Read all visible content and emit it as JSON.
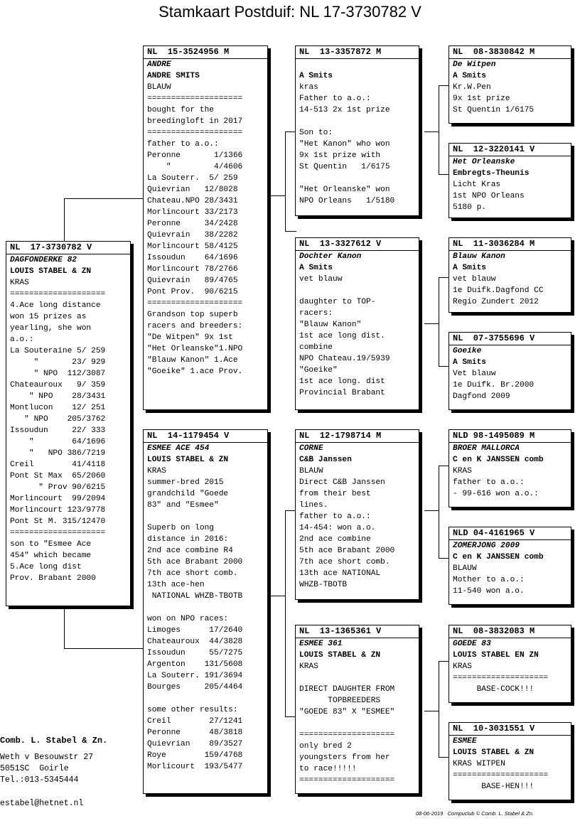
{
  "title": "Stamkaart Postduif: NL  17-3730782 V",
  "cards": {
    "subject": {
      "ring": "NL  17-3730782 V",
      "name": "DAGFONDERKE 82",
      "owner": "LOUIS STABEL & ZN",
      "body": "KRAS\n====================\n4.Ace long distance\nwon 15 prizes as\nyearling, she won\na.o.:\nLa Souteraine 5/ 259\n     \"       23/ 929\n     \" NPO  112/3087\nChateauroux   9/ 359\n    \" NPO    28/3431\nMontlucon    12/ 251\n   \" NPO    205/3762\nIssoudun     22/ 333\n    \"        64/1696\n    \"   NPO 386/7219\nCreil        41/4118\nPont St Max  65/2060\n      \" Prov 90/6215\nMorlincourt  99/2094\nMorlincourt 123/9778\nPont St M. 315/12470\n====================\nson to \"Esmee Ace\n454\" which became\n5.Ace long dist\nProv. Brabant 2000"
    },
    "father": {
      "ring": "NL  15-3524956 M",
      "name": "ANDRE",
      "owner": "ANDRE SMITS",
      "body": "BLAUW\n====================\nbought for the\nbreedingloft in 2017\n====================\nfather to a.o.:\nPeronne       1/1366\n    \"         4/4606\nLa Souterr.  5/ 259\nQuievrian   12/8028\nChateau.NPO 28/3431\nMorlincourt 33/2173\nPeronne     34/2428\nQuievrain   38/2282\nMorlincourt 58/4125\nIssoudun    64/1696\nMorlincourt 78/2766\nQuievrain   89/4765\nPont Prov.  90/6215\n====================\nGrandson top superb\nracers and breeders:\n\"De Witpen\" 9x 1st\n\"Het Orleanske\"1.NPO\n\"Blauw Kanon\" 1.Ace\n\"Goeike\" 1.ace Prov."
    },
    "mother": {
      "ring": "NL  14-1179454 V",
      "name": "ESMEE ACE 454",
      "owner": "LOUIS STABEL & ZN",
      "body": "KRAS\nsummer-bred 2015\ngrandchild \"Goede\n83\" and \"Esmee\"\n\nSuperb on long\ndistance in 2016:\n2nd ace combine R4\n5th ace Brabant 2000\n7th ace short comb.\n13th ace-hen\n NATIONAL WHZB-TBOTB\n\nwon on NPO races:\nLimoges      17/2640\nChateauroux  44/3828\nIssoudun     55/7275\nArgenton    131/5608\nLa Souterr. 191/3694\nBourges     205/4464\n\nsome other results:\nCreil        27/1241\nPeronne      48/3818\nQuievrian    89/3527\nRoye        159/4768\nMorlicourt  193/5477"
    },
    "ff": {
      "ring": "NL  13-3357872 M",
      "name": "",
      "owner": "A Smits",
      "body": "kras\nFather to a.o.:\n14-513 2x 1st prize\n\nSon to:\n\"Het Kanon\" who won\n9x 1st prize with\nSt Quentin   1/6175\n\n\"Het Orleanske\" won\nNPO Orleans   1/5180"
    },
    "fm": {
      "ring": "NL  13-3327612 V",
      "name": "Dochter Kanon",
      "owner": "A Smits",
      "body": "vet blauw\n\ndaughter to TOP-\nracers:\n\"Blauw Kanon\"\n1st ace long dist.\ncombine\nNPO Chateau.19/5939\n\"Goeike\"\n1st ace long. dist\nProvincial Brabant"
    },
    "mf": {
      "ring": "NL  12-1798714 M",
      "name": "CORNE",
      "owner": "C&B Janssen",
      "body": "BLAUW\nDirect C&B Janssen\nfrom their best\nlines.\nfather to a.o.:\n14-454: won a.o.\n2nd ace combine\n5th ace Brabant 2000\n7th ace short comb.\n13th ace NATIONAL\nWHZB-TBOTB"
    },
    "mm": {
      "ring": "NL  13-1365361 V",
      "name": "ESMEE 361",
      "owner": "LOUIS STABEL & ZN",
      "body": "KRAS\n\nDIRECT DAUGHTER FROM\n      TOPBREEDERS\n\"GOEDE 83\" X \"ESMEE\"\n\n====================\nonly bred 2\nyoungsters from her\nto race!!!!!\n===================="
    },
    "fff": {
      "ring": "NL  08-3830842 M",
      "name": "De Witpen",
      "owner": "A Smits",
      "body": "Kr.W.Pen\n9x 1st prize\nSt Quentin 1/6175"
    },
    "ffm": {
      "ring": "NL  12-3220141 V",
      "name": "Het Orleanske",
      "owner": "Embregts-Theunis",
      "body": "Licht Kras\n1st NPO Orleans\n5180 p."
    },
    "fmf": {
      "ring": "NL  11-3036284 M",
      "name": "Blauw Kanon",
      "owner": "A Smits",
      "body": "vet blauw\n1e Duifk.Dagfond CC\nRegio Zundert 2012"
    },
    "fmm": {
      "ring": "NL  07-3755696 V",
      "name": "Goeike",
      "owner": "A Smits",
      "body": "Vet blauw\n1e Duifk. Br.2000\nDagfond 2009"
    },
    "mff": {
      "ring": "NLD 98-1495089 M",
      "name": "BROER MALLORCA",
      "owner": "C en K JANSSEN comb",
      "body": "KRAS\nfather to a.o.:\n- 99-616 won a.o.:"
    },
    "mfm": {
      "ring": "NLD 04-4161965 V",
      "name": "ZOMERJONG 2009",
      "owner": "C en K JANSSEN comb",
      "body": "BLAUW\nMother to a.o.:\n11-540 won a.o."
    },
    "mmf": {
      "ring": "NL  08-3832083 M",
      "name": "GOEDE 83",
      "owner": "LOUIS STABEL EN ZN",
      "body": "KRAS\n====================\n     BASE-COCK!!!"
    },
    "mmm": {
      "ring": "NL  10-3031551 V",
      "name": "ESMEE",
      "owner": "LOUIS STABEL & ZN",
      "body": "KRAS WITPEN\n====================\n      BASE-HEN!!!"
    }
  },
  "club": {
    "name": "Comb. L. Stabel & Zn.",
    "address": "Weth v Besouwstr 27\n5051SC  Goirle\nTel.:013-5345444",
    "email": "estabel@hetnet.nl"
  },
  "footer": "08-06-2019   Compuclub © Comb. L. Stabel & Zn."
}
